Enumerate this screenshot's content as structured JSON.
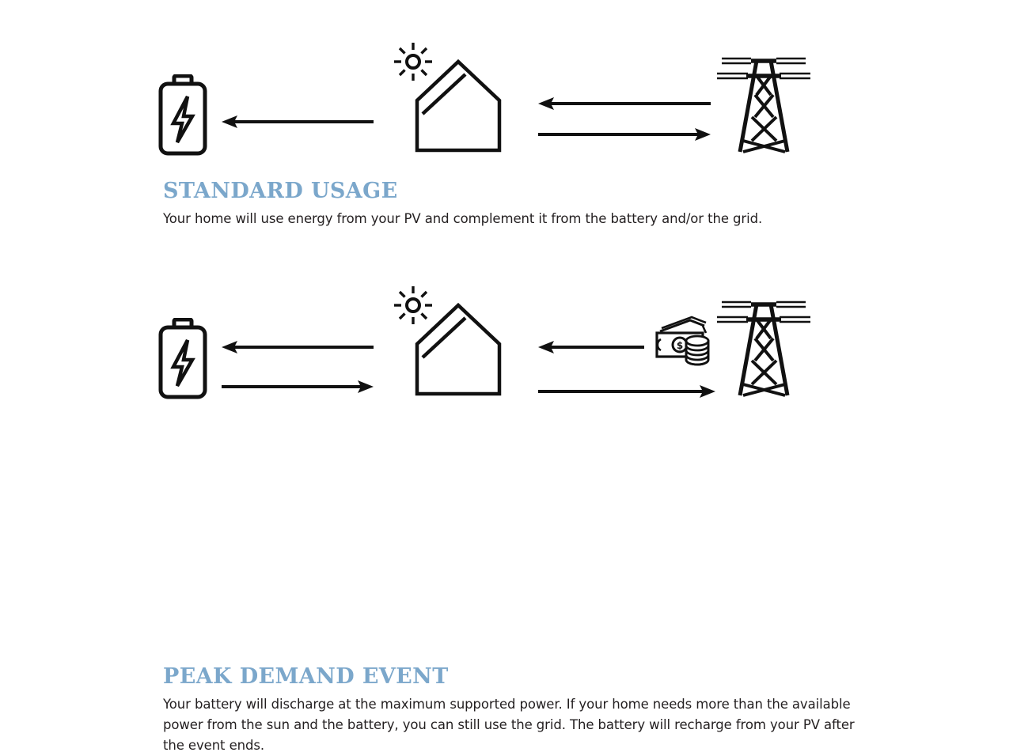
{
  "colors": {
    "background": "#ffffff",
    "heading": "#7ba7cb",
    "body_text": "#231f20",
    "stroke": "#111111"
  },
  "sections": [
    {
      "id": "standard",
      "heading": "STANDARD USAGE",
      "body": "Your home will use energy from your PV and complement it from the battery and/or the grid.",
      "icons": {
        "battery": "battery-icon",
        "house": "house-with-solar-icon",
        "sun": "sun-icon",
        "grid": "power-pylon-icon"
      },
      "flows": [
        {
          "name": "house-to-battery",
          "direction": "left",
          "label": ""
        },
        {
          "name": "grid-to-house",
          "direction": "left",
          "label": ""
        },
        {
          "name": "house-to-grid",
          "direction": "right",
          "label": ""
        }
      ]
    },
    {
      "id": "peak",
      "heading": "PEAK DEMAND EVENT",
      "body": "Your battery will discharge at the maximum supported power. If your home needs more than the available power from the sun and the battery, you can still use the grid. The battery will recharge from your PV after the event ends.",
      "icons": {
        "battery": "battery-icon",
        "house": "house-with-solar-icon",
        "sun": "sun-icon",
        "grid": "power-pylon-icon",
        "money": "money-cash-coins-icon"
      },
      "flows": [
        {
          "name": "house-to-battery",
          "direction": "left",
          "label": ""
        },
        {
          "name": "battery-to-house",
          "direction": "right",
          "label": ""
        },
        {
          "name": "grid-to-house",
          "direction": "left",
          "label": ""
        },
        {
          "name": "house-to-grid",
          "direction": "right",
          "label": ""
        }
      ]
    }
  ]
}
